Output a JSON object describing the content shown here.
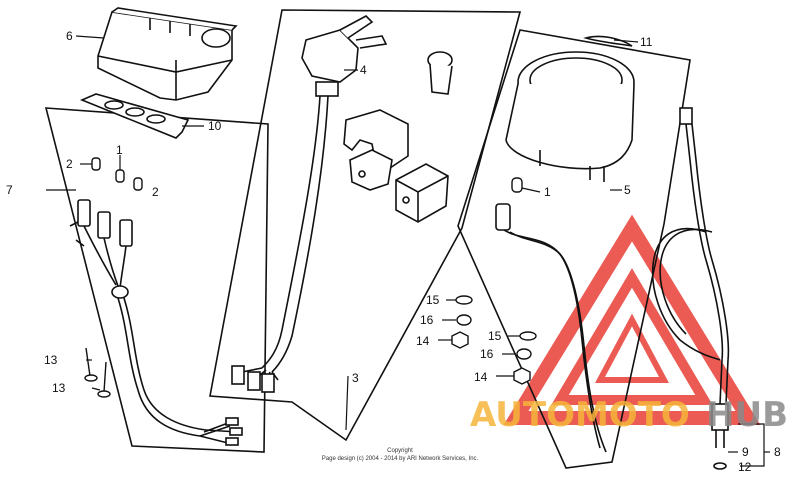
{
  "callouts": {
    "c1a": "1",
    "c1b": "1",
    "c2a": "2",
    "c2b": "2",
    "c3": "3",
    "c4": "4",
    "c5": "5",
    "c6": "6",
    "c7": "7",
    "c8": "8",
    "c9": "9",
    "c10": "10",
    "c11": "11",
    "c12": "12",
    "c13a": "13",
    "c13b": "13",
    "c14a": "14",
    "c14b": "14",
    "c15a": "15",
    "c15b": "15",
    "c16a": "16",
    "c16b": "16"
  },
  "copyright": {
    "line1": "Copyright",
    "line2": "Page design (c) 2004 - 2014 by ARI Network Services, Inc."
  },
  "watermark": {
    "text_orange": "AUTOMOTO",
    "text_gray": "HUB",
    "color_red": "#e8322a",
    "color_orange": "#f5b53a",
    "color_gray": "#8a8a8a"
  }
}
